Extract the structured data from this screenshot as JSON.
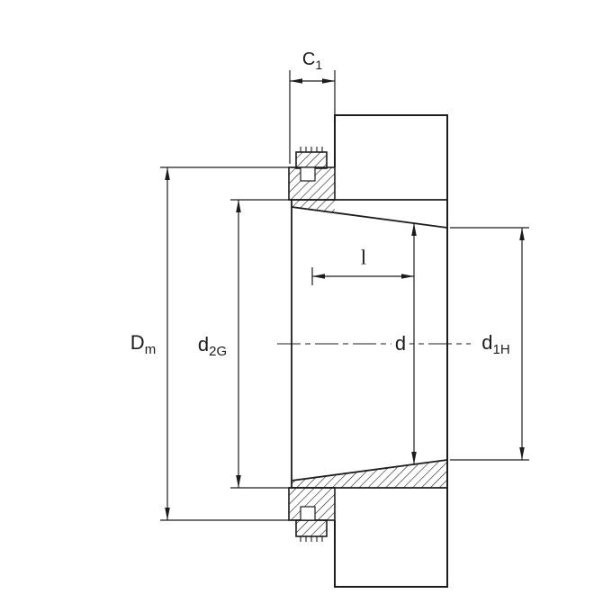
{
  "drawing": {
    "kind": "technical-cross-section",
    "subject": "adapter-sleeve-with-locknut-on-shaft",
    "line_color": "#1c1c1c",
    "background_color": "#ffffff"
  },
  "dimensions": {
    "c1": {
      "base": "C",
      "sub": "1"
    },
    "dm": {
      "base": "D",
      "sub": "m"
    },
    "d2g": {
      "base": "d",
      "sub": "2G"
    },
    "d": {
      "base": "d",
      "sub": ""
    },
    "d1h": {
      "base": "d",
      "sub": "1H"
    },
    "l": {
      "base": "l",
      "sub": ""
    }
  }
}
